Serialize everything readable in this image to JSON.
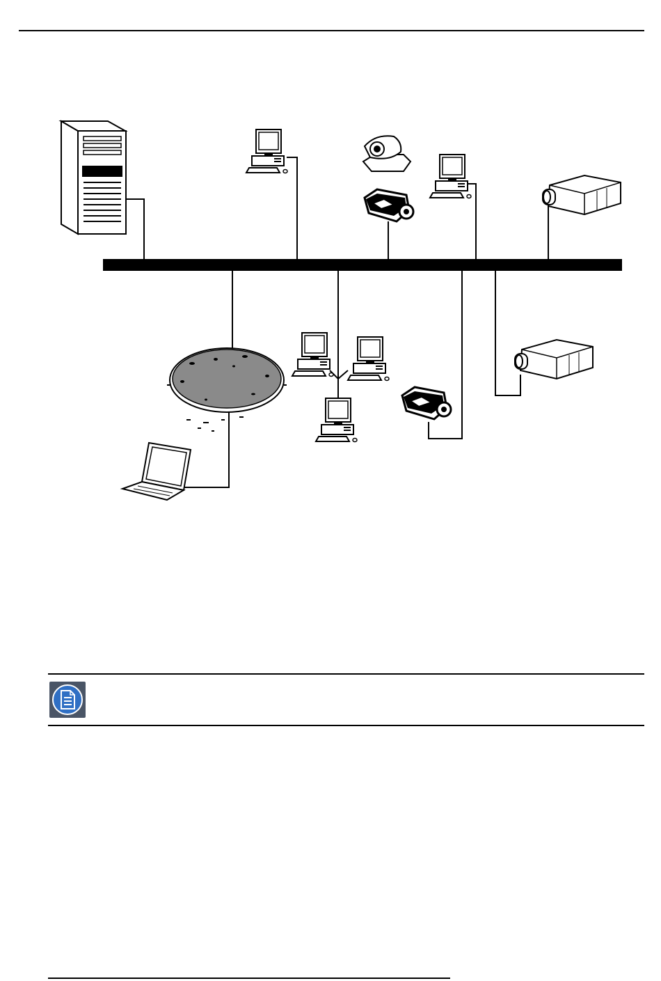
{
  "diagram": {
    "network_bus": "ethernet-backbone",
    "devices": [
      {
        "id": "server",
        "icon": "server-tower-icon"
      },
      {
        "id": "pc-top-1",
        "icon": "desktop-computer-icon"
      },
      {
        "id": "camera",
        "icon": "ptz-camera-icon"
      },
      {
        "id": "projector-small-top",
        "icon": "projector-icon"
      },
      {
        "id": "pc-top-2",
        "icon": "desktop-computer-icon"
      },
      {
        "id": "projector-large-top",
        "icon": "projector-icon"
      },
      {
        "id": "cloud",
        "icon": "network-cloud-icon"
      },
      {
        "id": "laptop",
        "icon": "laptop-icon"
      },
      {
        "id": "pc-cluster-1",
        "icon": "desktop-computer-icon"
      },
      {
        "id": "pc-cluster-2",
        "icon": "desktop-computer-icon"
      },
      {
        "id": "pc-cluster-3",
        "icon": "desktop-computer-icon"
      },
      {
        "id": "projector-small-bottom",
        "icon": "projector-icon"
      },
      {
        "id": "projector-large-bottom",
        "icon": "projector-icon"
      }
    ]
  },
  "note": {
    "icon": "note-document-icon",
    "accent": "#4a5566"
  }
}
